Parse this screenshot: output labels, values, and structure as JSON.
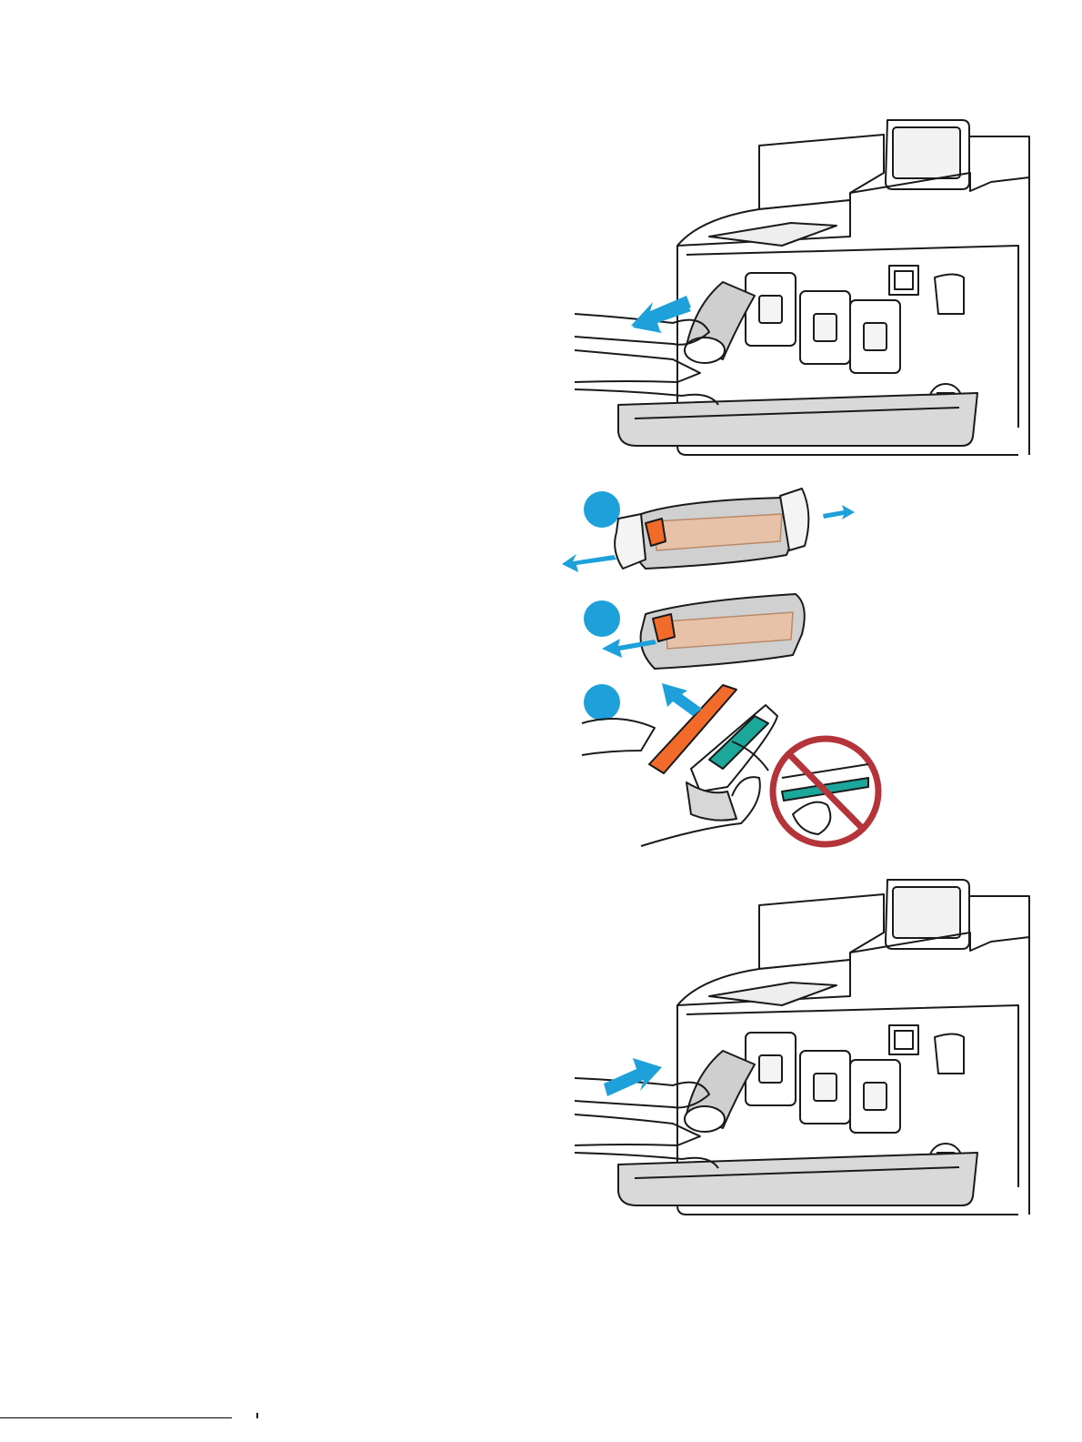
{
  "colors": {
    "line": "#1a1a1a",
    "accent_blue": "#1ea0da",
    "accent_orange": "#f26b2a",
    "drum_green": "#1ba79a",
    "prohibit_red": "#b4343a",
    "gray_fill": "#cfcfcf",
    "door_fill": "#d9d9d9"
  },
  "figures": [
    {
      "name": "remove-imaging-drum-from-printer",
      "icon": "printer-with-drum-removal-illustration"
    },
    {
      "name": "unpack-imaging-drum",
      "icon": "drum-packaging-steps-illustration"
    },
    {
      "name": "insert-imaging-drum-into-printer",
      "icon": "printer-with-drum-insertion-illustration"
    }
  ]
}
